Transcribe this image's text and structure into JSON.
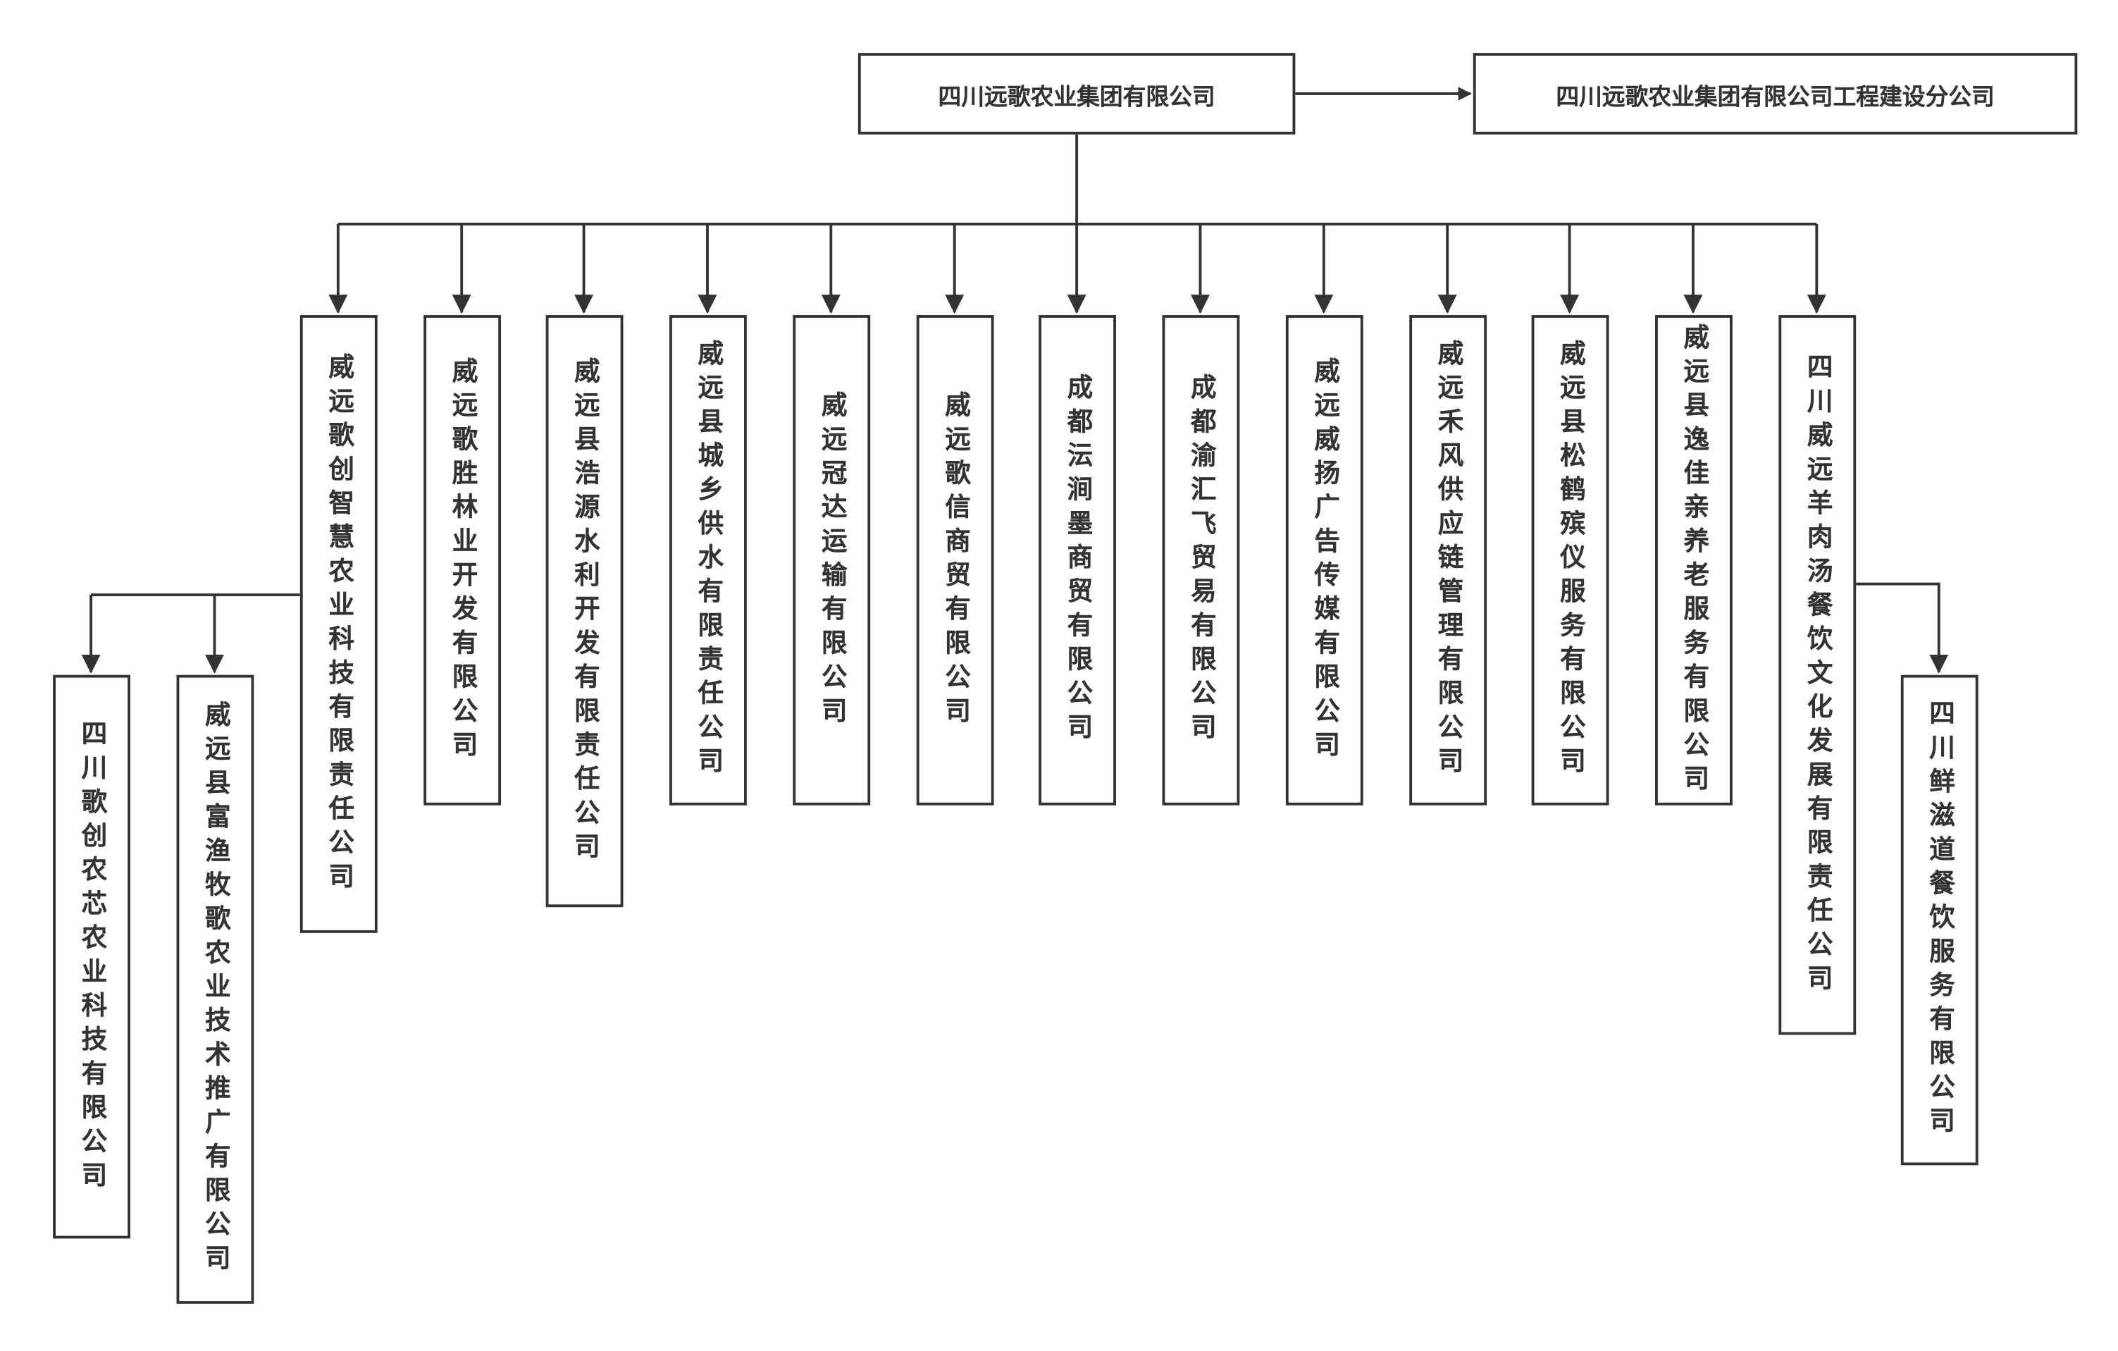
{
  "root": "四川远歌农业集团有限公司",
  "branch": "四川远歌农业集团有限公司工程建设分公司",
  "children": [
    "威远歌创智慧农业科技有限责任公司",
    "威远歌胜林业开发有限公司",
    "威远县浩源水利开发有限责任公司",
    "威远县城乡供水有限责任公司",
    "威远冠达运输有限公司",
    "威远歌信商贸有限公司",
    "成都沄涧墨商贸有限公司",
    "成都渝汇飞贸易有限公司",
    "威远威扬广告传媒有限公司",
    "威远禾风供应链管理有限公司",
    "威远县松鹤殡仪服务有限公司",
    "威远县逸佳亲养老服务有限公司",
    "四川威远羊肉汤餐饮文化发展有限责任公司"
  ],
  "grandchildren_of_first": [
    "四川歌创农芯农业科技有限公司",
    "威远县富渔牧歌农业技术推广有限公司"
  ],
  "grandchildren_of_last": [
    "四川鲜滋道餐饮服务有限公司"
  ],
  "colors": {
    "line": "#333333",
    "box_border": "#333333",
    "text": "#333333"
  }
}
